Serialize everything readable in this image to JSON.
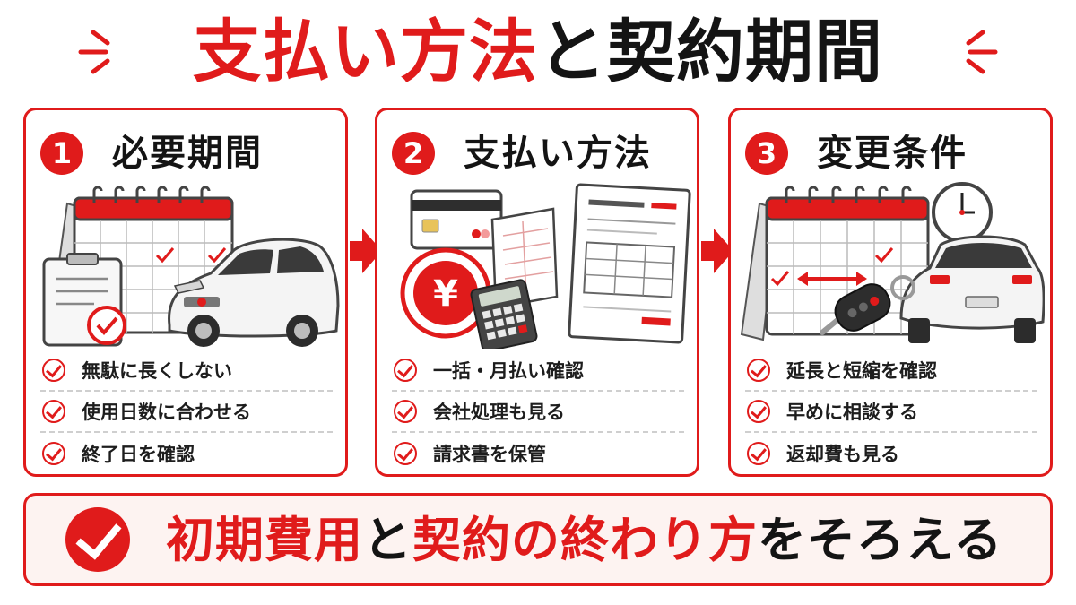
{
  "header": {
    "title_part1": "支払い方法",
    "title_part2": "と",
    "title_part3": "契約期間"
  },
  "panels": [
    {
      "number": "1",
      "title": "必要期間",
      "illustration": [
        "calendar-icon",
        "clipboard-icon",
        "car-icon"
      ],
      "items": [
        "無駄に長くしない",
        "使用日数に合わせる",
        "終了日を確認"
      ]
    },
    {
      "number": "2",
      "title": "支払い方法",
      "illustration": [
        "credit-card-icon",
        "yen-coin-icon",
        "calculator-icon",
        "invoice-icon"
      ],
      "items": [
        "一括・月払い確認",
        "会社処理も見る",
        "請求書を保管"
      ]
    },
    {
      "number": "3",
      "title": "変更条件",
      "illustration": [
        "calendar-icon",
        "clock-icon",
        "car-key-icon",
        "car-icon"
      ],
      "items": [
        "延長と短縮を確認",
        "早めに相談する",
        "返却費も見る"
      ]
    }
  ],
  "banner": {
    "part1": "初期費用",
    "part2": "と",
    "part3": "契約の終わり方",
    "part4": "をそろえる"
  },
  "colors": {
    "accent": "#e01b1b",
    "text": "#141414",
    "banner_bg": "#fdf3f1"
  }
}
